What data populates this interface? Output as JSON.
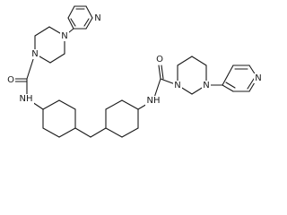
{
  "molecule": {
    "atom_labels": {
      "nitrogen": "N",
      "oxygen": "O",
      "amide_nh": "NH"
    },
    "bond_color": "#1a1a1a",
    "label_color": "#1a1a1a",
    "background": "#ffffff"
  }
}
